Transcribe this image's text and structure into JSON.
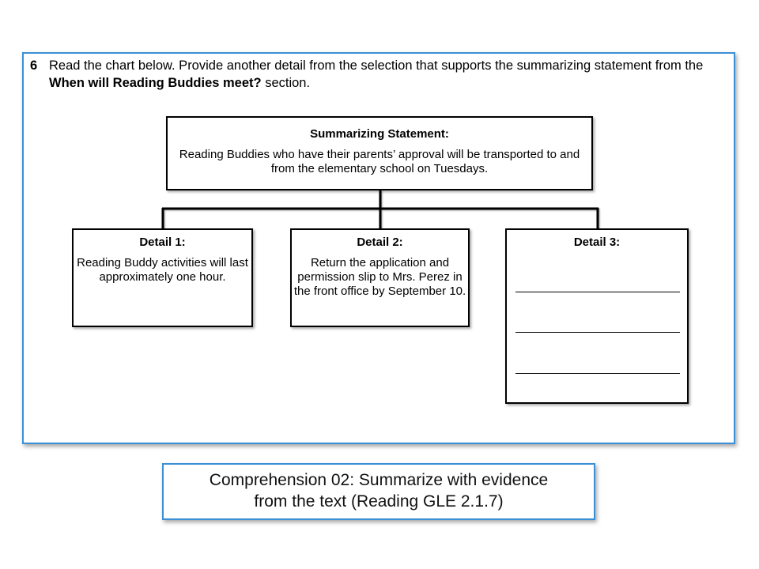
{
  "question": {
    "number": "6",
    "text_part1": "Read the chart below. Provide another detail from the selection that supports the summarizing statement from the ",
    "text_bold": "When will Reading Buddies meet?",
    "text_part2": " section."
  },
  "summary": {
    "heading": "Summarizing Statement:",
    "text": "Reading Buddies who have their parents’ approval will be transported to and from the elementary school on Tuesdays."
  },
  "details": [
    {
      "heading": "Detail 1:",
      "text": "Reading Buddy activities will last approximately one hour."
    },
    {
      "heading": "Detail 2:",
      "text": "Return the application and permission slip to Mrs. Perez in the front office by September 10."
    },
    {
      "heading": "Detail 3:",
      "text": ""
    }
  ],
  "footer": {
    "line1": "Comprehension 02: Summarize with evidence",
    "line2": "from the text  (Reading GLE 2.1.7)"
  },
  "colors": {
    "panel_border": "#3b8fd6",
    "box_border": "#000000"
  }
}
